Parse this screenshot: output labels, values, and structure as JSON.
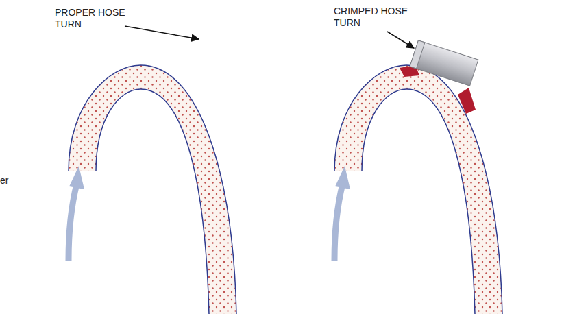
{
  "diagram": {
    "labels": [
      "PROPER HOSE TURN",
      "CRIMPED HOSE TURN",
      "er"
    ]
  }
}
